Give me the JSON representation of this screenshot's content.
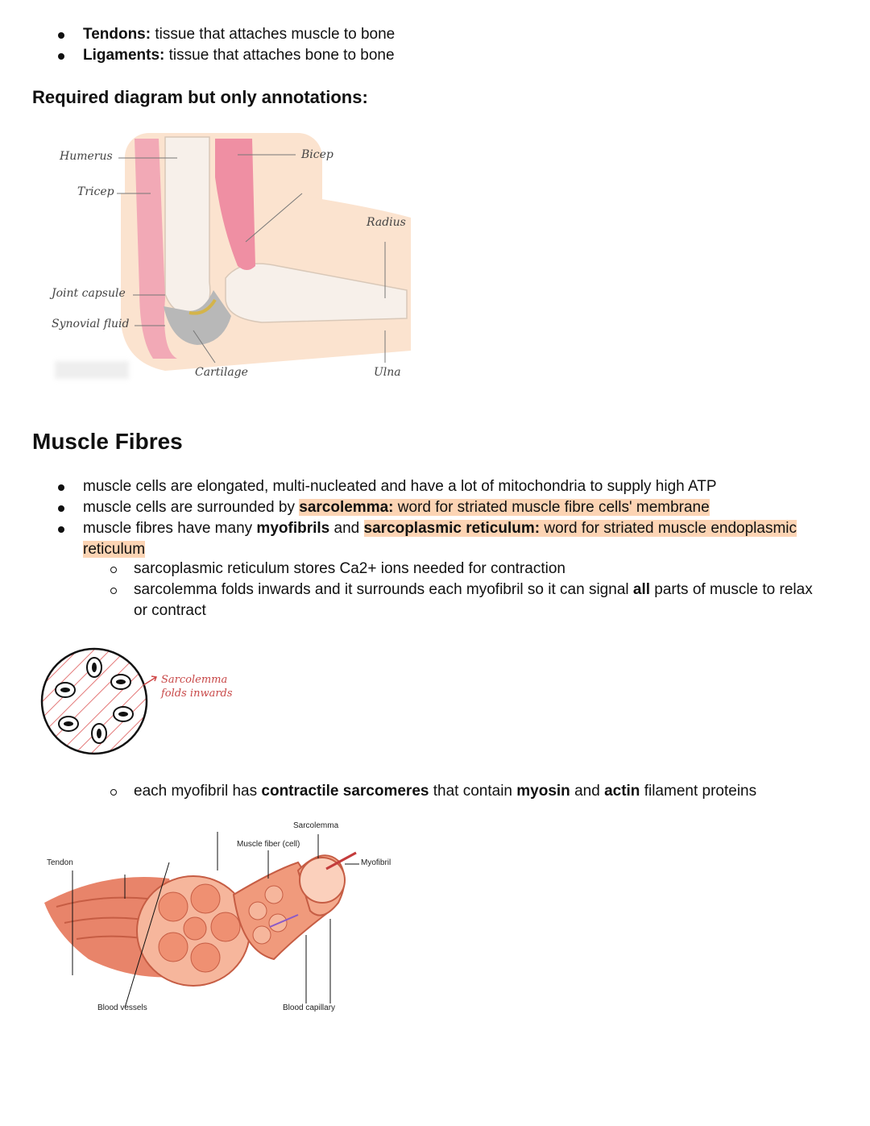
{
  "top_bullets": [
    {
      "term": "Tendons:",
      "def": " tissue that attaches muscle to bone"
    },
    {
      "term": "Ligaments:",
      "def": " tissue that attaches bone to bone"
    }
  ],
  "diagram_heading": "Required diagram but only annotations:",
  "elbow_labels": {
    "humerus": "Humerus",
    "tricep": "Tricep",
    "bicep": "Bicep",
    "radius": "Radius",
    "joint_capsule": "Joint capsule",
    "synovial_fluid": "Synovial fluid",
    "cartilage": "Cartilage",
    "ulna": "Ulna"
  },
  "section_title": "Muscle Fibres",
  "fibre_bullets": {
    "b1": "muscle cells are elongated, multi-nucleated and have a lot of mitochondria to supply high ATP",
    "b2_pre": "muscle cells are surrounded by ",
    "b2_term": "sarcolemma:",
    "b2_def": " word for striated muscle fibre cells' membrane",
    "b3_pre": "muscle fibres have many ",
    "b3_term1": "myofibrils",
    "b3_mid": " and ",
    "b3_term2": "sarcoplasmic reticulum:",
    "b3_def1": " word for striated muscle endoplasmic",
    "b3_def2": "reticulum"
  },
  "sub_bullets": {
    "s1": "sarcoplasmic reticulum stores Ca2+ ions needed for contraction",
    "s2_pre": "sarcolemma folds inwards and it surrounds each myofibril so it can signal ",
    "s2_bold": "all",
    "s2_post": " parts of muscle to relax",
    "s2_line2": "or contract"
  },
  "sketch_note": {
    "line1": "Sarcolemma",
    "line2": "folds inwards"
  },
  "sarcomere_bullet": {
    "pre": "each myofibril has ",
    "b1": "contractile sarcomeres",
    "mid1": " that contain ",
    "b2": "myosin",
    "mid2": " and ",
    "b3": "actin",
    "post": " filament proteins"
  },
  "muscle_labels": {
    "sarcolemma": "Sarcolemma",
    "muscle_fiber": "Muscle fiber (cell)",
    "tendon": "Tendon",
    "myofibril": "Myofibril",
    "blood_vessels": "Blood vessels",
    "blood_capillary": "Blood capillary"
  },
  "colors": {
    "highlight": "#fcd4b4",
    "muscle": "#e8846a",
    "bone": "#f7f0ea",
    "skin": "#fbe3cf"
  }
}
